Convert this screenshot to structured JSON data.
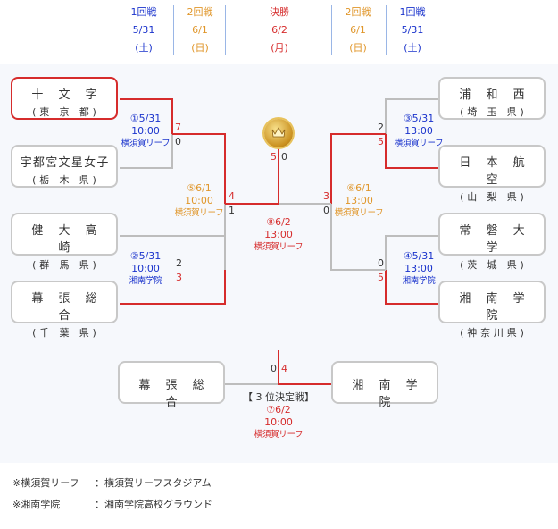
{
  "header": [
    {
      "round": "1回戦",
      "date": "5/31",
      "day": "(土)",
      "color": "blue"
    },
    {
      "round": "2回戦",
      "date": "6/1",
      "day": "(日)",
      "color": "orange"
    },
    {
      "round": "決勝",
      "date": "6/2",
      "day": "(月)",
      "color": "red"
    },
    {
      "round": "2回戦",
      "date": "6/1",
      "day": "(日)",
      "color": "orange"
    },
    {
      "round": "1回戦",
      "date": "5/31",
      "day": "(土)",
      "color": "blue"
    }
  ],
  "teams": {
    "t1": {
      "name": "十 文 字",
      "pref": "(東 京 都)"
    },
    "t2": {
      "name": "宇都宮文星女子",
      "pref": "(栃 木 県)"
    },
    "t3": {
      "name": "健 大 高 崎",
      "pref": "(群 馬 県)"
    },
    "t4": {
      "name": "幕 張 総 合",
      "pref": "(千 葉 県)"
    },
    "t5": {
      "name": "浦 和 西",
      "pref": "(埼 玉 県)"
    },
    "t6": {
      "name": "日 本 航 空",
      "pref": "(山 梨 県)"
    },
    "t7": {
      "name": "常 磐 大 学",
      "pref": "(茨 城 県)"
    },
    "t8": {
      "name": "湘 南 学 院",
      "pref": "(神奈川県)"
    },
    "third_left": {
      "name": "幕 張 総 合"
    },
    "third_right": {
      "name": "湘 南 学 院"
    }
  },
  "matches": {
    "m1": {
      "no": "①5/31",
      "time": "10:00",
      "venue": "横須賀リーフ"
    },
    "m2": {
      "no": "②5/31",
      "time": "10:00",
      "venue": "湘南学院"
    },
    "m3": {
      "no": "③5/31",
      "time": "13:00",
      "venue": "横須賀リーフ"
    },
    "m4": {
      "no": "④5/31",
      "time": "13:00",
      "venue": "湘南学院"
    },
    "m5": {
      "no": "⑤6/1",
      "time": "10:00",
      "venue": "横須賀リーフ"
    },
    "m6": {
      "no": "⑥6/1",
      "time": "13:00",
      "venue": "横須賀リーフ"
    },
    "m8": {
      "no": "⑧6/2",
      "time": "13:00",
      "venue": "横須賀リーフ"
    },
    "m7": {
      "label": "【 3 位決定戦】",
      "no": "⑦6/2",
      "time": "10:00",
      "venue": "横須賀リーフ"
    }
  },
  "scores": {
    "m1_top": "7",
    "m1_bot": "0",
    "m2_top": "2",
    "m2_bot": "3",
    "m3_top": "2",
    "m3_bot": "5",
    "m4_top": "0",
    "m4_bot": "5",
    "m5_top": "4",
    "m5_bot": "1",
    "m6_top": "3",
    "m6_bot": "0",
    "final_left": "5",
    "final_right": "0",
    "third_left": "0",
    "third_right": "4"
  },
  "notes": [
    {
      "key": "※横須賀リーフ",
      "val": "：横須賀リーフスタジアム"
    },
    {
      "key": "※湘南学院",
      "val": "：湘南学院高校グラウンド"
    }
  ],
  "colors": {
    "win": "#d62c2c",
    "lose": "#bdbdbd",
    "round1": "#1a33cc",
    "round2": "#e0962a",
    "final": "#d62c2c"
  }
}
